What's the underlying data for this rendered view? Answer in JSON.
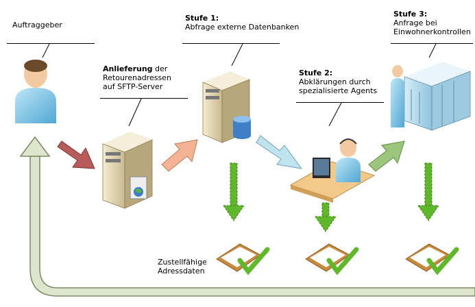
{
  "labels": {
    "client": "Auftraggeber",
    "delivery_bold": "Anlieferung",
    "delivery_rest": " der",
    "delivery_line2": "Retourenadressen",
    "delivery_line3": "auf SFTP-Server",
    "stage1_title": "Stufe 1:",
    "stage1_text": "Abfrage externe Datenbanken",
    "stage2_title": "Stufe 2:",
    "stage2_line1": "Abklärungen durch",
    "stage2_line2": "spezialisierte Agents",
    "stage3_title": "Stufe 3:",
    "stage3_line1": "Anfrage bei",
    "stage3_line2": "Einwohnerkontrollen",
    "result_line1": "Zustellfähige",
    "result_line2": "Adressdaten"
  },
  "colors": {
    "arrow_red": "#b85b5b",
    "arrow_peach": "#f4b392",
    "arrow_lightblue": "#bfe3ef",
    "arrow_green": "#9cc67c",
    "drop_green": "#5fb82a",
    "return_arrow": "#dde6cc",
    "server_body": "#e8dcb6",
    "person_blue": "#7fc6e6"
  },
  "icons": [
    "person-icon",
    "sftp-server-icon",
    "database-server-icon",
    "agent-desk-icon",
    "server-rack-icon",
    "clipboard-check-icon"
  ]
}
